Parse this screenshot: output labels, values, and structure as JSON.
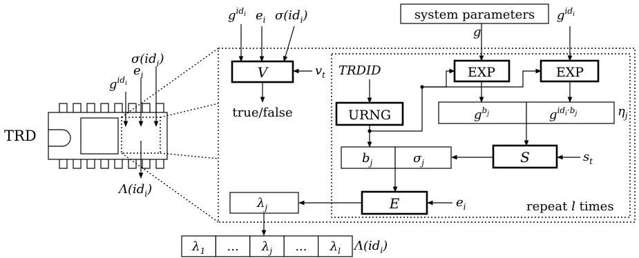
{
  "chip": {
    "label": "TRD",
    "in_g": "g",
    "in_g_sup": "id",
    "in_g_sup_sub": "i",
    "in_e": "e",
    "in_e_sub": "i",
    "in_sigma": "σ(id",
    "in_sigma_sub": "i",
    "in_sigma_close": ")",
    "out_lambda": "Λ(id",
    "out_lambda_sub": "i",
    "out_lambda_close": ")"
  },
  "verifier": {
    "in_g": "g",
    "in_g_sup": "id",
    "in_g_sup_sub": "i",
    "in_e": "e",
    "in_e_sub": "i",
    "in_sigma": "σ(id",
    "in_sigma_sub": "i",
    "in_sigma_close": ")",
    "box_label": "V",
    "v_input": "v",
    "v_input_sub": "t",
    "output": "true/false"
  },
  "system": {
    "box_label": "system parameters",
    "out_g": "g",
    "right_g": "g",
    "right_g_sup": "id",
    "right_g_sup_sub": "i"
  },
  "loop": {
    "trdid": "TRDID",
    "urng": "URNG",
    "exp1": "EXP",
    "exp2": "EXP",
    "cell_gb": "g",
    "cell_gb_sup": "b",
    "cell_gb_sup_sub": "j",
    "cell_gid": "g",
    "cell_gid_sup": "id",
    "cell_gid_sup_sub": "i",
    "cell_gid_sup_tail": "·b",
    "cell_gid_sup_tail_sub": "j",
    "eta": "η",
    "eta_sub": "j",
    "cell_b": "b",
    "cell_b_sub": "j",
    "cell_sigma": "σ",
    "cell_sigma_sub": "j",
    "s_box": "S",
    "s_input": "s",
    "s_input_sub": "t",
    "e_box": "E",
    "e_input": "e",
    "e_input_sub": "i",
    "lambda_box": "λ",
    "lambda_box_sub": "j",
    "repeat_pre": "repeat ",
    "repeat_var": "l",
    "repeat_post": " times"
  },
  "output_table": {
    "cells": [
      {
        "main": "λ",
        "sub": "1"
      },
      {
        "main": "...",
        "sub": ""
      },
      {
        "main": "λ",
        "sub": "j"
      },
      {
        "main": "...",
        "sub": ""
      },
      {
        "main": "λ",
        "sub": "l"
      }
    ],
    "label": "Λ(id",
    "label_sub": "i",
    "label_close": ")"
  }
}
